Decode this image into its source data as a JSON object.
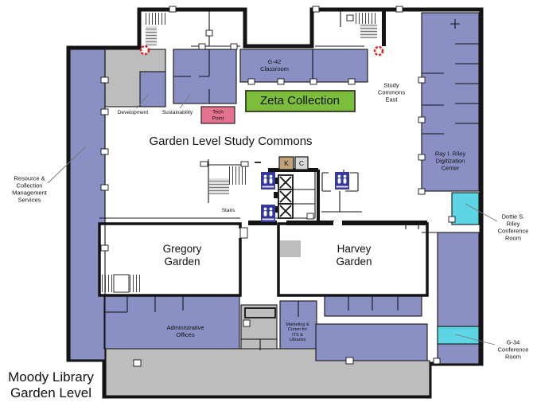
{
  "title": "Moody Library\nGarden Level",
  "colors": {
    "purple": "#8A90C3",
    "gray": "#BDBDBD",
    "cyan": "#5ED5E4",
    "green": "#7CBE3C",
    "greenborder": "#3f4a33",
    "pink": "#E4748D",
    "signblue": "#34389E",
    "red": "#DD2222",
    "tan": "#C2A179",
    "wall": "#141414"
  },
  "labels": {
    "resource": "Resource &\nCollection\nManagement\nServices",
    "development": "Development",
    "sustainability": "Sustainability",
    "tech_point": "Tech\nPoint",
    "g42": "G-42\nClassroom",
    "zeta": "Zeta Collection",
    "study_commons_east": "Study\nCommons\nEast",
    "garden_level_study_commons": "Garden Level Study Commons",
    "ray_riley": "Ray I. Riley\nDigitization\nCenter",
    "dottie_riley": "Dottie S.\nRiley\nConference\nRoom",
    "k": "K",
    "c": "C",
    "stairs": "Stairs",
    "gregory": "Gregory\nGarden",
    "harvey": "Harvey\nGarden",
    "admin": "Administrative\nOffices",
    "marketing": "Marketing &\nComm for\nITS &\nLibraries",
    "g34": "G-34\nConference\nRoom",
    "moody": "Moody Library\nGarden Level"
  }
}
